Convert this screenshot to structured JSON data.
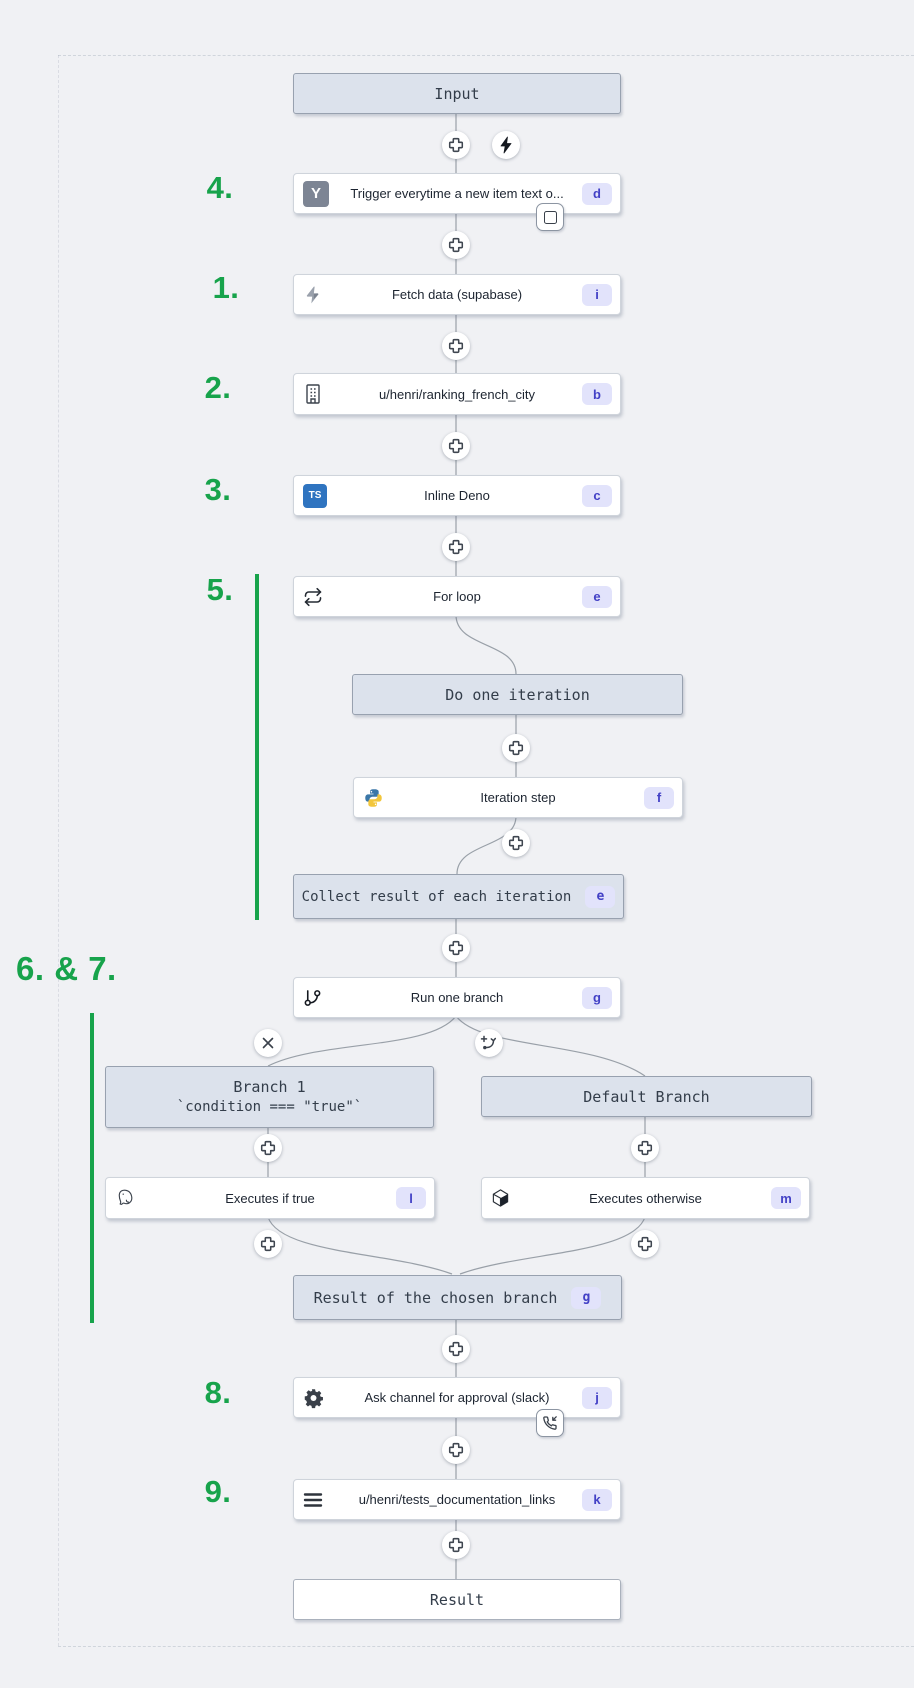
{
  "flow": {
    "annotations": {
      "a4": "4.",
      "a1": "1.",
      "a2": "2.",
      "a3": "3.",
      "a5": "5.",
      "a67": "6. & 7.",
      "a8": "8.",
      "a9": "9."
    },
    "nodes": {
      "input": {
        "label": "Input"
      },
      "trigger": {
        "label": "Trigger everytime a new item text o...",
        "badge": "d",
        "icon_letter": "Y"
      },
      "fetch": {
        "label": "Fetch data (supabase)",
        "badge": "i"
      },
      "ranking": {
        "label": "u/henri/ranking_french_city",
        "badge": "b"
      },
      "inline_deno": {
        "label": "Inline Deno",
        "badge": "c",
        "icon_letter": "TS"
      },
      "for_loop": {
        "label": "For loop",
        "badge": "e"
      },
      "do_one_iteration": {
        "label": "Do one iteration"
      },
      "iteration_step": {
        "label": "Iteration step",
        "badge": "f"
      },
      "collect_result": {
        "label": "Collect result of each iteration",
        "badge": "e"
      },
      "run_one_branch": {
        "label": "Run one branch",
        "badge": "g"
      },
      "branch_1": {
        "title": "Branch 1",
        "condition": "`condition === \"true\"`"
      },
      "default_branch": {
        "label": "Default Branch"
      },
      "executes_if_true": {
        "label": "Executes if true",
        "badge": "l"
      },
      "executes_otherwise": {
        "label": "Executes otherwise",
        "badge": "m"
      },
      "chosen_branch_result": {
        "label": "Result of the chosen branch",
        "badge": "g"
      },
      "slack_approval": {
        "label": "Ask channel for approval (slack)",
        "badge": "j"
      },
      "tests_documentation": {
        "label": "u/henri/tests_documentation_links",
        "badge": "k"
      },
      "result": {
        "label": "Result"
      }
    },
    "colors": {
      "accent_green": "#17a34b",
      "badge_bg": "#e2e3fb",
      "badge_text": "#4341c6",
      "box_bg": "#dce2ec",
      "box_border": "#98a1af",
      "edge": "#99a0a8"
    }
  }
}
